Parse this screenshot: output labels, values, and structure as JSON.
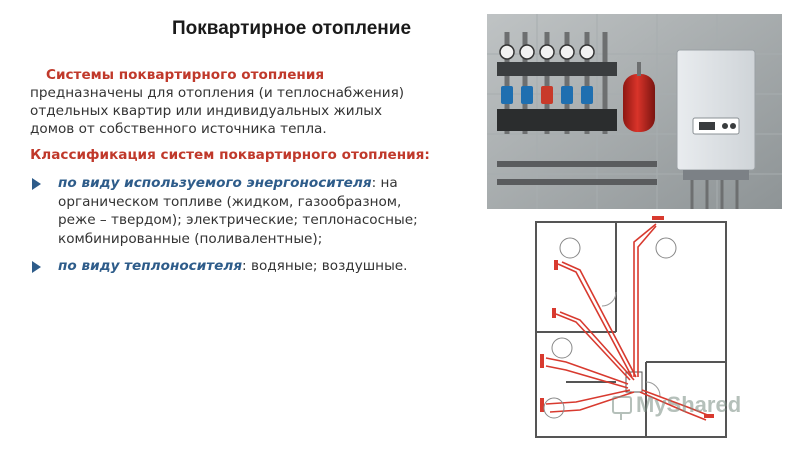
{
  "slide": {
    "title": "Поквартирное отопление",
    "intro_accent": "Системы поквартирного отопления",
    "intro_rest": " предназначены для отопления (и теплоснабжения) отдельных квартир или индивидуальных жилых домов от собственного источника тепла.",
    "classification_heading": "Классификация систем поквартирного отопления:",
    "bullets": [
      {
        "lead": "по виду используемого энергоносителя",
        "rest": ": на органическом топливе (жидком, газообразном, реже – твердом); электрические; теплонасосные; комбинированные (поливалентные);"
      },
      {
        "lead": "по виду теплоносителя",
        "rest": ": водяные; воздушные."
      }
    ]
  },
  "images": {
    "photo": "boiler-room-photo",
    "plan": "heating-floor-plan"
  },
  "watermark": "MyShared",
  "colors": {
    "accent_red": "#c0392b",
    "bullet_blue": "#2e5c8a",
    "text": "#333333"
  }
}
